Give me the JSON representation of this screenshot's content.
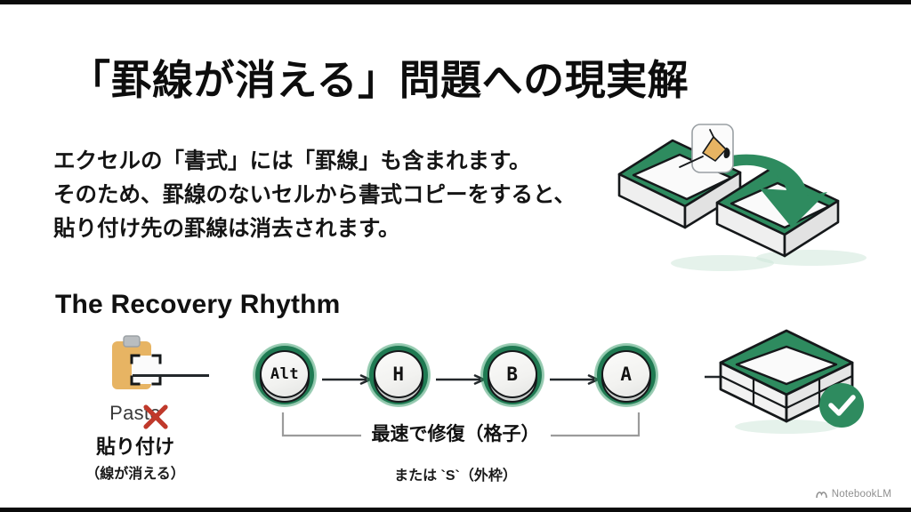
{
  "slide": {
    "title": "「罫線が消える」問題への現実解",
    "body_lines": [
      "エクセルの「書式」には「罫線」も含まれます。",
      "そのため、罫線のないセルから書式コピーをすると、",
      "貼り付け先の罫線は消去されます。"
    ],
    "section_heading": "The Recovery Rhythm"
  },
  "paste": {
    "icon_name": "clipboard-paste-icon",
    "word": "Paste",
    "x_mark": "x-mark-icon",
    "caption_main": "貼り付け",
    "caption_sub": "（線が消える）"
  },
  "keys": [
    {
      "label": "Alt",
      "name": "key-alt"
    },
    {
      "label": "H",
      "name": "key-h"
    },
    {
      "label": "B",
      "name": "key-b"
    },
    {
      "label": "A",
      "name": "key-a"
    }
  ],
  "captions": {
    "bracket": "最速で修復（格子）",
    "alternate": "または `S`（外枠）"
  },
  "illustrations": {
    "top_name": "format-copy-boxes-illustration",
    "top_badge": "paint-bucket-icon",
    "bottom_name": "restored-grid-box-illustration",
    "bottom_badge": "check-circle-icon"
  },
  "watermark": {
    "label": "NotebookLM",
    "icon": "notebooklm-logo-icon"
  },
  "colors": {
    "green": "#27835A",
    "green_dark": "#1f7a52",
    "green_light": "#3f9d6e",
    "red": "#C0392B",
    "clipboard": "#E7B463",
    "ink": "#15181a"
  }
}
